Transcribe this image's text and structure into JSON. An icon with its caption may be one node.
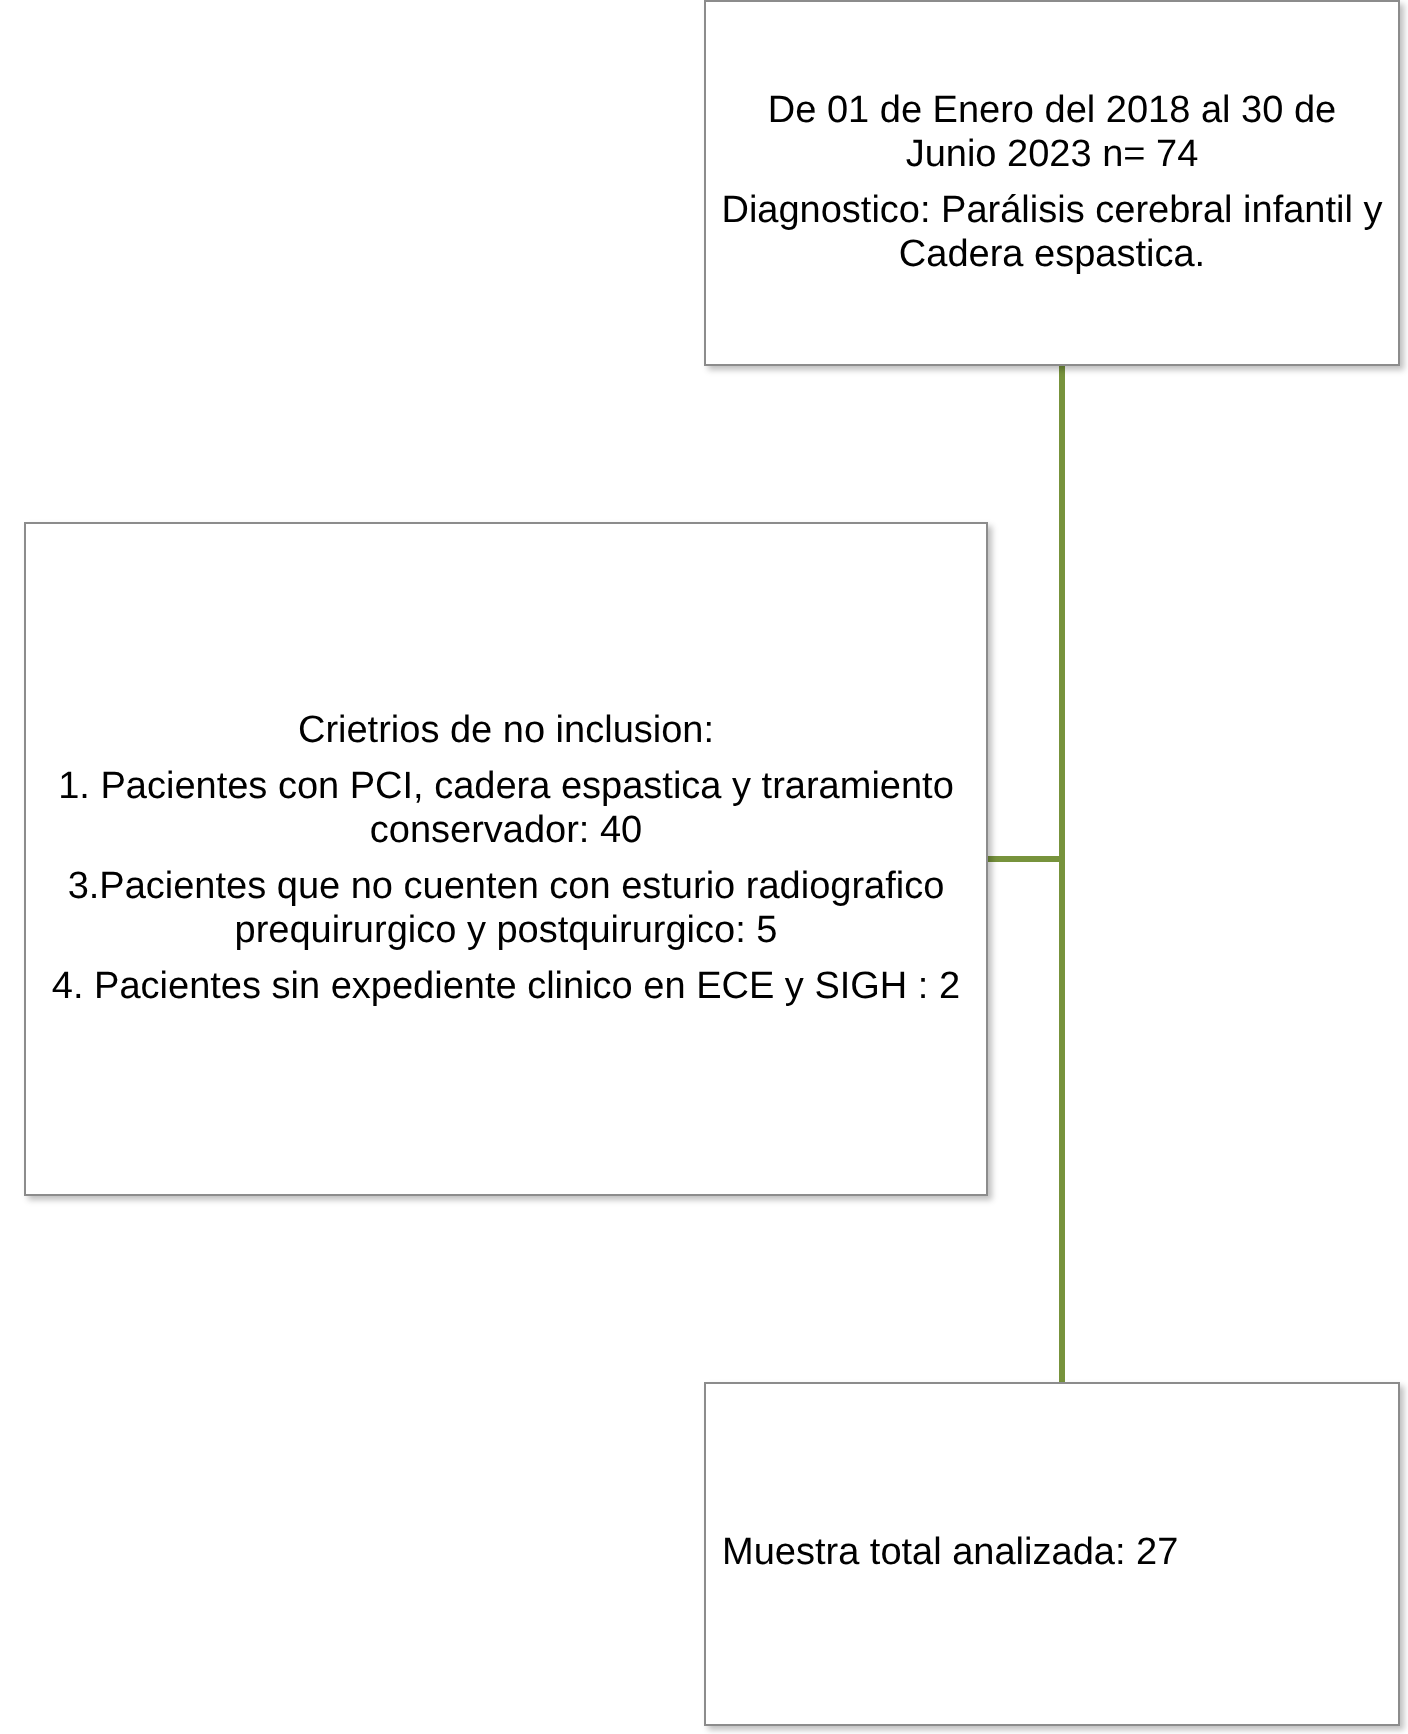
{
  "diagram": {
    "nodes": [
      {
        "text": [
          "De 01 de Enero del 2018 al 30 de Junio 2023 n= 74",
          "Diagnostico: Parálisis cerebral infantil y Cadera espastica."
        ]
      },
      {
        "text": [
          "Crietrios de no inclusion:",
          "1. Pacientes con PCI, cadera espastica y traramiento conservador: 40",
          "3.Pacientes que no cuenten con esturio radiografico prequirurgico y postquirurgico: 5",
          "4. Pacientes sin expediente clinico en ECE y SIGH : 2"
        ]
      },
      {
        "text": [
          "Muestra total analizada: 27"
        ]
      }
    ],
    "edges": [
      {
        "from": 0,
        "to": 1,
        "arrow": "none"
      },
      {
        "from": 0,
        "to": 2,
        "arrow": "none"
      }
    ]
  }
}
